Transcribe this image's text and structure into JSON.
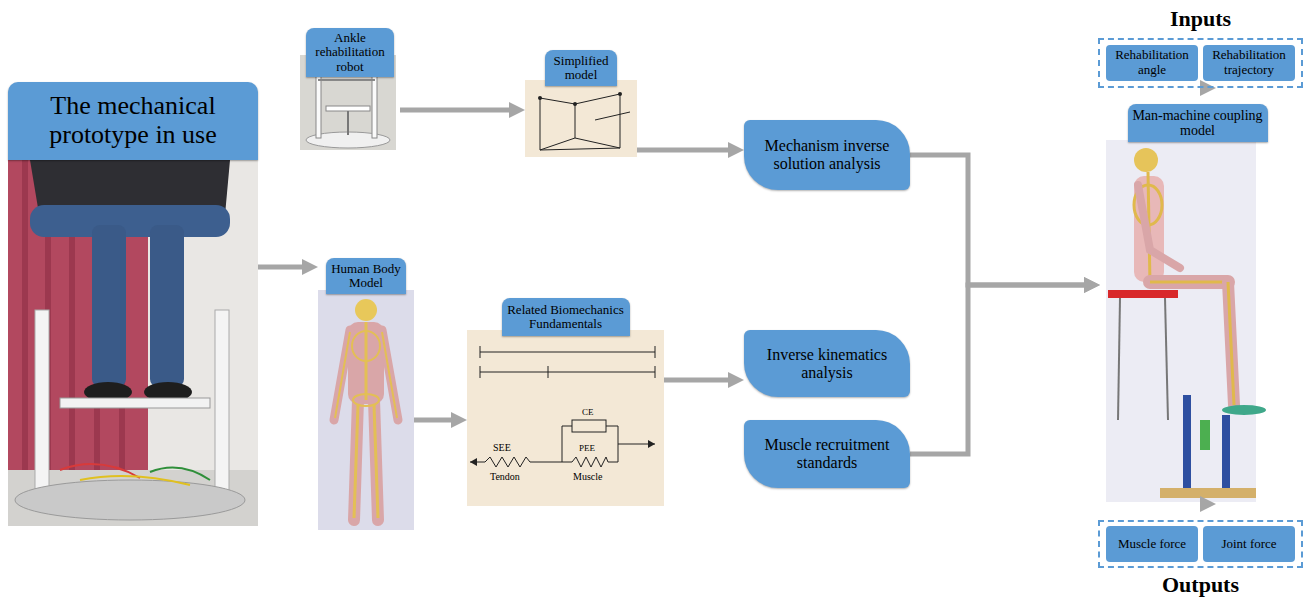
{
  "diagram": {
    "nodes": [
      {
        "text": [
          "The mechanical prototype in use"
        ]
      },
      {
        "text": [
          "Ankle rehabilitation robot"
        ]
      },
      {
        "text": [
          "Human Body Model"
        ]
      },
      {
        "text": [
          "Simplified model"
        ]
      },
      {
        "text": [
          "Related Biomechanics Fundamentals"
        ]
      },
      {
        "text": [
          "Mechanism inverse solution analysis"
        ]
      },
      {
        "text": [
          "Inverse kinematics analysis"
        ]
      },
      {
        "text": [
          "Muscle recruitment standards"
        ]
      },
      {
        "text": [
          "Inputs"
        ]
      },
      {
        "text": [
          "Rehabilitation angle"
        ],
        "in": 8
      },
      {
        "text": [
          "Rehabilitation trajectory"
        ],
        "in": 8
      },
      {
        "text": [
          "Man-machine coupling model"
        ]
      },
      {
        "text": [
          "Outputs"
        ]
      },
      {
        "text": [
          "Muscle force"
        ],
        "in": 12
      },
      {
        "text": [
          "Joint force"
        ],
        "in": 12
      }
    ],
    "edges": [
      {
        "from": 0,
        "to": 2,
        "arrow": "to"
      },
      {
        "from": 1,
        "to": 3,
        "arrow": "to"
      },
      {
        "from": 3,
        "to": 5,
        "arrow": "to"
      },
      {
        "from": 2,
        "to": 4,
        "arrow": "to"
      },
      {
        "from": 4,
        "to": 6,
        "arrow": "to"
      },
      {
        "from": 5,
        "to": 11,
        "arrow": "to"
      },
      {
        "from": 7,
        "to": 11,
        "arrow": "to"
      },
      {
        "from": 8,
        "to": 11,
        "arrow": "to"
      },
      {
        "from": 11,
        "to": 12,
        "arrow": "to"
      }
    ],
    "labels": [
      "SEE",
      "Tendon",
      "CE",
      "PEE",
      "Muscle"
    ]
  }
}
